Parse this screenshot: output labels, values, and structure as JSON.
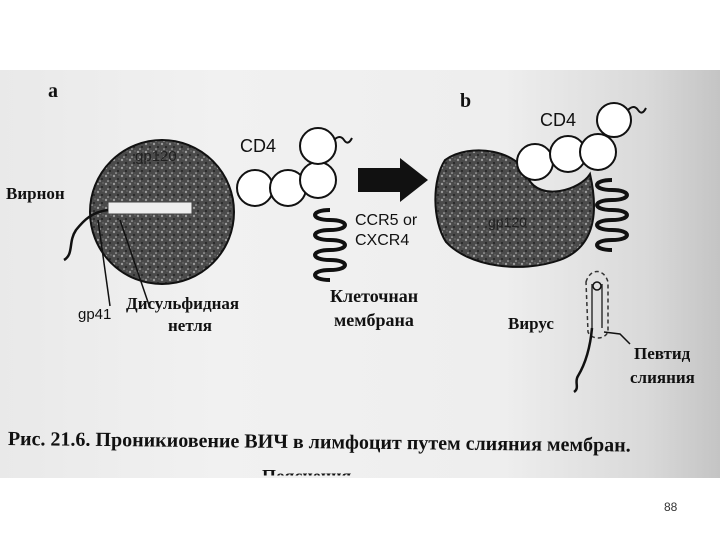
{
  "figure": {
    "panel_a": "a",
    "panel_b": "b",
    "gp120_a": "gp120",
    "cd4_a": "CD4",
    "virion": "Вирнон",
    "gp41": "gp41",
    "disulfide_line1": "Дисульфидная",
    "disulfide_line2": "нетля",
    "ccr5_line1": "CCR5 or",
    "ccr5_line2": "CXCR4",
    "membrane_line1": "Клеточнан",
    "membrane_line2": "мембрана",
    "cd4_b": "CD4",
    "gp120_b": "gp120",
    "virus": "Вирус",
    "peptide_line1": "Певтид",
    "peptide_line2": "слияния"
  },
  "caption": {
    "line1": "Рис. 21.6. Проникиовение ВИЧ в лимфоцит путем слияния мембран.",
    "line2": "Пояснения"
  },
  "page_number": "88"
}
